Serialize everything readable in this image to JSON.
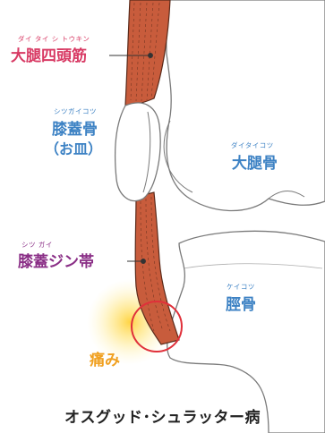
{
  "colors": {
    "quadriceps": "#c85c3c",
    "quadriceps_label": "#d83a64",
    "patella_label": "#3d82c4",
    "ligament_label": "#8a2e86",
    "femur_label": "#3d82c4",
    "tibia_label": "#3d82c4",
    "pain_label": "#f0a020",
    "pain_circle": "#e0303a",
    "bone_outline": "#7a7a7a"
  },
  "labels": {
    "quadriceps": {
      "ruby": "ダイ タイ シ トウキン",
      "text": "大腿四頭筋"
    },
    "patella": {
      "ruby": "シツガイコツ",
      "text": "膝蓋骨",
      "sub": "（お皿）"
    },
    "ligament": {
      "ruby": "シツ ガイ",
      "text": "膝蓋ジン帯"
    },
    "femur": {
      "ruby": "ダイタイコツ",
      "text": "大腿骨"
    },
    "tibia": {
      "ruby": "ケイコツ",
      "text": "脛骨"
    },
    "pain": {
      "text": "痛み"
    }
  },
  "caption": "オスグッド･シュラッター病"
}
